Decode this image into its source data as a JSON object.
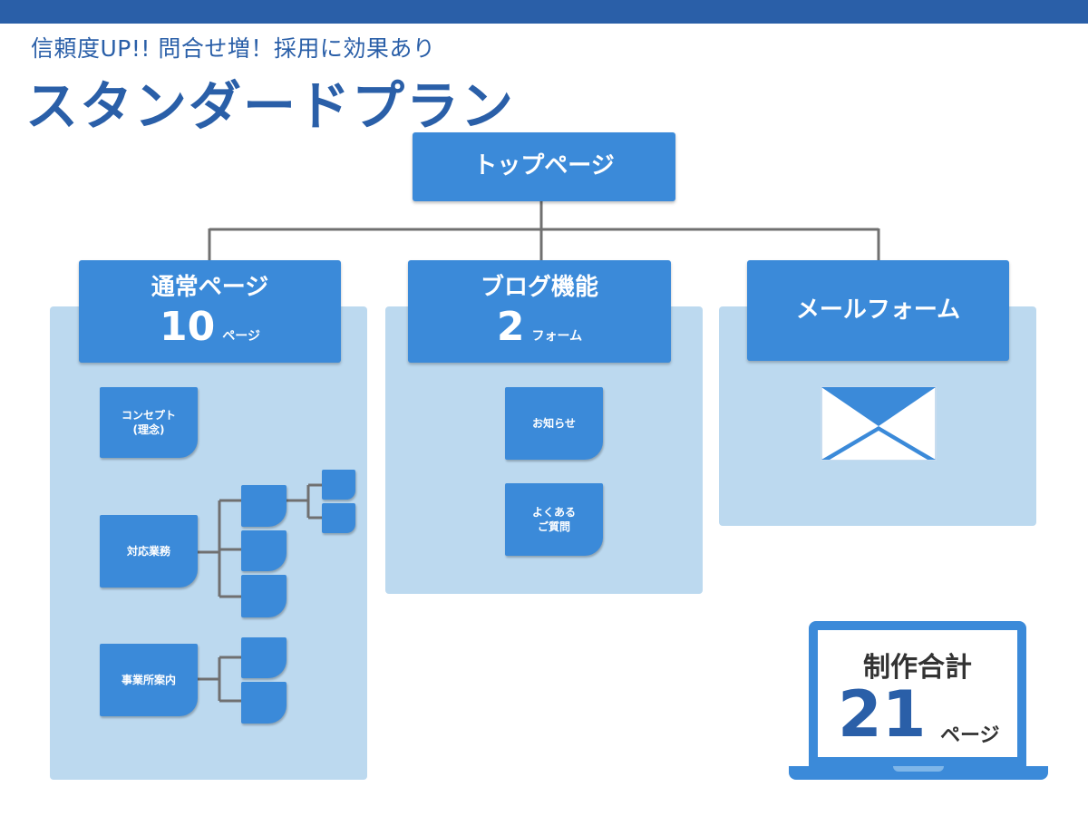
{
  "header": {
    "subtitle": "信頼度UP!! 問合せ増！採用に効果あり",
    "title": "スタンダードプラン"
  },
  "top_page": {
    "label": "トップページ"
  },
  "sections": [
    {
      "title": "通常ページ",
      "count": "10",
      "unit": "ページ"
    },
    {
      "title": "ブログ機能",
      "count": "2",
      "unit": "フォーム"
    },
    {
      "title": "メールフォーム"
    }
  ],
  "regular_pages": [
    {
      "label": "コンセプト\n(理念)"
    },
    {
      "label": "対応業務"
    },
    {
      "label": "事業所案内"
    }
  ],
  "blog_pages": [
    {
      "label": "お知らせ"
    },
    {
      "label": "よくある\nご質問"
    }
  ],
  "total": {
    "label": "制作合計",
    "count": "21",
    "unit": "ページ"
  },
  "colors": {
    "brand": "#2a5fa8",
    "box": "#3b8ad9",
    "panel": "#bcd9ef",
    "connector": "#707070"
  },
  "icons": [
    "mail-envelope-icon",
    "laptop-icon"
  ]
}
